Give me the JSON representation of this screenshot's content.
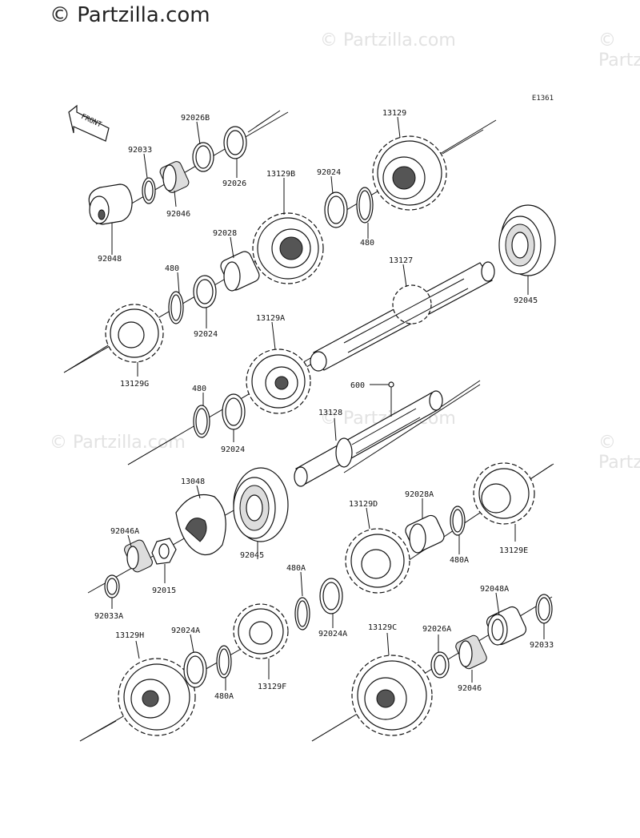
{
  "watermark": {
    "main": "© Partzilla.com",
    "faint": "© Partzilla.com"
  },
  "diagram_code": "E1361",
  "front_label": "FRONT",
  "labels": {
    "p92026B": "92026B",
    "p92033": "92033",
    "p92046": "92046",
    "p92026": "92026",
    "p92048": "92048",
    "p13129B": "13129B",
    "p92024_a": "92024",
    "p13129_top": "13129",
    "p480_a": "480",
    "p92028": "92028",
    "p480_b": "480",
    "p92024_b": "92024",
    "p13127": "13127",
    "p92045_a": "92045",
    "p13129G": "13129G",
    "p13129A": "13129A",
    "p480_c": "480",
    "p92024_c": "92024",
    "p600": "600",
    "p13128": "13128",
    "p13048": "13048",
    "p92046A": "92046A",
    "p92015": "92015",
    "p92045_b": "92045",
    "p92033A": "92033A",
    "p13129D": "13129D",
    "p92028A": "92028A",
    "p480A_a": "480A",
    "p13129E": "13129E",
    "p480A_b": "480A",
    "p92024A_a": "92024A",
    "p13129H": "13129H",
    "p92024A_b": "92024A",
    "p480A_c": "480A",
    "p13129F": "13129F",
    "p13129C": "13129C",
    "p92026A": "92026A",
    "p92048A": "92048A",
    "p92046_b": "92046",
    "p92033_b": "92033"
  }
}
